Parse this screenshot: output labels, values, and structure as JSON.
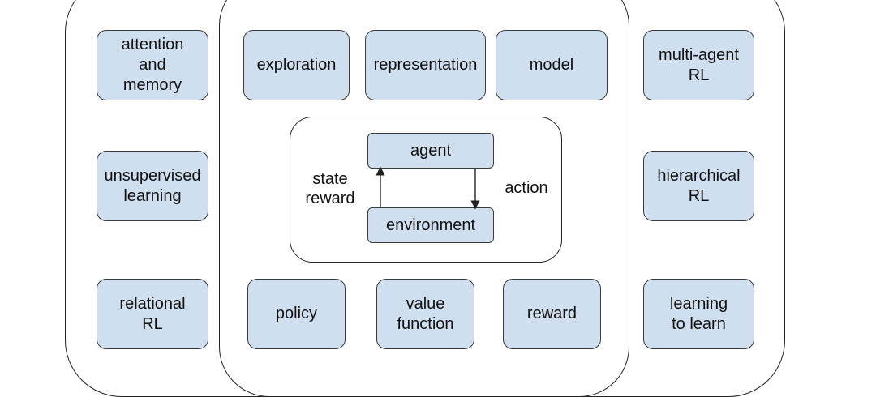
{
  "left_column": {
    "attention_memory": "attention\nand\nmemory",
    "unsupervised_learning": "unsupervised\nlearning",
    "relational_rl": "relational\nRL"
  },
  "right_column": {
    "multi_agent_rl": "multi-agent\nRL",
    "hierarchical_rl": "hierarchical\nRL",
    "learning_to_learn": "learning\nto learn"
  },
  "top_row": {
    "exploration": "exploration",
    "representation": "representation",
    "model": "model"
  },
  "bottom_row": {
    "policy": "policy",
    "value_function": "value\nfunction",
    "reward": "reward"
  },
  "core_loop": {
    "agent": "agent",
    "environment": "environment",
    "state_reward": "state\nreward",
    "action": "action"
  },
  "colors": {
    "box_fill": "#cfdfef",
    "box_border": "#3a3a3a",
    "line": "#222222"
  }
}
